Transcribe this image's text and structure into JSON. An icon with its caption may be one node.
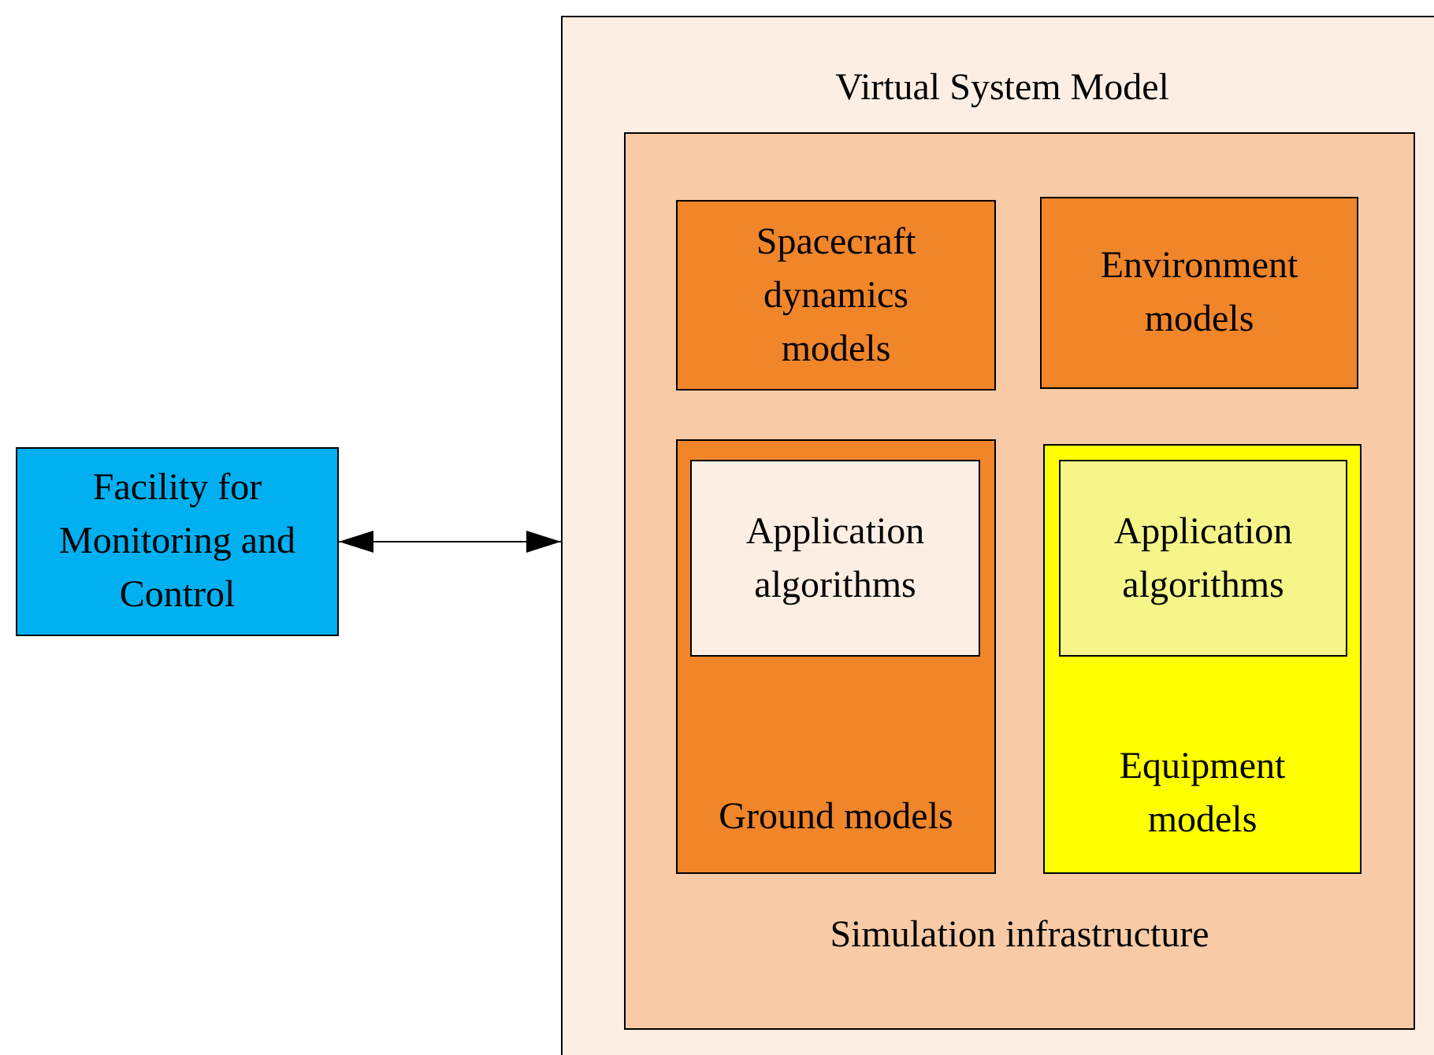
{
  "diagram": {
    "nodes": [
      {
        "text": [
          "Facility for Monitoring and Control"
        ]
      },
      {
        "text": [
          "Virtual System Model"
        ]
      },
      {
        "text": [
          "Simulation infrastructure"
        ],
        "in": 1
      },
      {
        "text": [
          "Spacecraft dynamics models"
        ],
        "in": 2
      },
      {
        "text": [
          "Environment models"
        ],
        "in": 2
      },
      {
        "text": [
          "Ground models"
        ],
        "in": 2
      },
      {
        "text": [
          "Application algorithms"
        ],
        "in": 5
      },
      {
        "text": [
          "Equipment models"
        ],
        "in": 2
      },
      {
        "text": [
          "Application algorithms"
        ],
        "in": 7
      }
    ],
    "edges": [
      {
        "from": 0,
        "to": 1,
        "arrow": "both"
      }
    ]
  }
}
